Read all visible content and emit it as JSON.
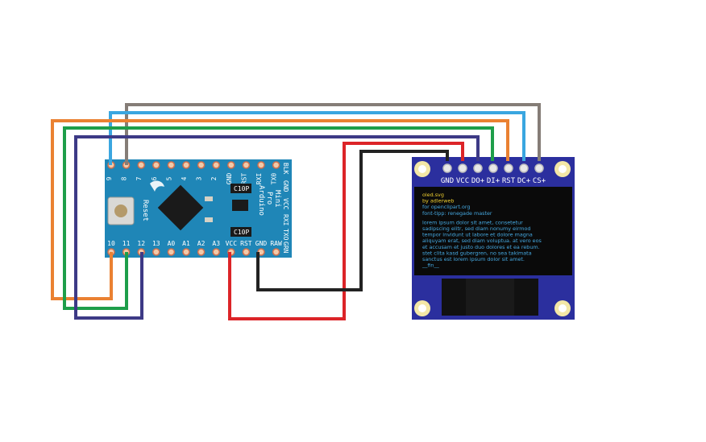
{
  "arduino": {
    "top_pins": [
      "9",
      "8",
      "7",
      "6",
      "5",
      "4",
      "3",
      "2",
      "GND",
      "RST",
      "RXI",
      "TX0"
    ],
    "bottom_pins": [
      "10",
      "11",
      "12",
      "13",
      "A0",
      "A1",
      "A2",
      "A3",
      "VCC",
      "RST",
      "GND",
      "RAW"
    ],
    "right_top": "BLK",
    "right_bottom": "GRN",
    "right_col1": "GND",
    "right_col2": "VCC",
    "right_col3": "RXI",
    "right_col4": "TXO",
    "name_line1": "Arduino",
    "name_line2": "Pro",
    "name_line3": "Mini",
    "reset_label": "Reset",
    "chip1": "C10P",
    "chip2": "C10P"
  },
  "oled": {
    "pins": [
      "GND",
      "VCC",
      "DO+",
      "DI+",
      "RST",
      "DC+",
      "CS+"
    ],
    "screen_yellow": [
      "oled.svg",
      "by adlerweb"
    ],
    "screen_blue_header": [
      "for openclipart.org",
      "font-tipp: renegade master"
    ],
    "screen_body": [
      "lorem ipsum dolor sit amet, consetetur",
      "sadipscing elitr, sed diam nonumy eirmod",
      "tempor invidunt ut labore et dolore magna",
      "aliquyam erat, sed diam voluptua. at vero eos",
      "et accusam et justo duo dolores et ea rebum.",
      "stet clita kasd gubergren, no sea takimata",
      "sanctus est lorem ipsum dolor sit amet.",
      "__fin__"
    ]
  },
  "colors": {
    "board": "#1f86b7",
    "oled_board": "#2b2f9e",
    "screen": "#0a0a0a",
    "screen_yellow": "#f0d030",
    "screen_blue": "#45a8e0",
    "wire_gray": "#857d77",
    "wire_blue": "#3aa6e0",
    "wire_orange": "#ea8132",
    "wire_green": "#1e9e4a",
    "wire_purple": "#3d3a86",
    "wire_red": "#dc2428",
    "wire_black": "#222222"
  }
}
